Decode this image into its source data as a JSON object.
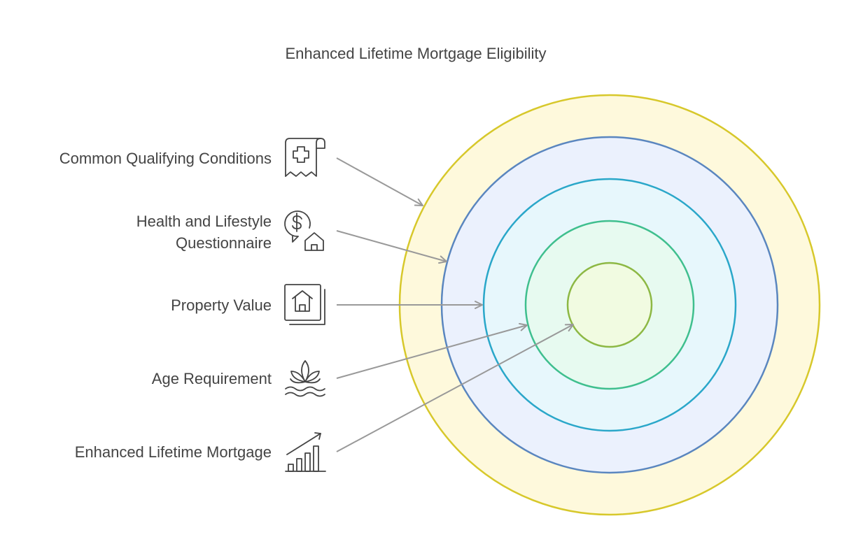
{
  "title": "Enhanced Lifetime Mortgage Eligibility",
  "rings": [
    {
      "name": "Common Qualifying Conditions",
      "fill": "#FEF9DC",
      "stroke": "#D7C82B"
    },
    {
      "name": "Health and Lifestyle Questionnaire",
      "fill": "#EBF1FD",
      "stroke": "#5A86BF"
    },
    {
      "name": "Property Value",
      "fill": "#E7F7FC",
      "stroke": "#2AA7C9"
    },
    {
      "name": "Age Requirement",
      "fill": "#E7FAF0",
      "stroke": "#3FBF8E"
    },
    {
      "name": "Enhanced Lifetime Mortgage",
      "fill": "#F1FBE1",
      "stroke": "#8DB844"
    }
  ],
  "labels": [
    {
      "lines": [
        "Common Qualifying Conditions"
      ],
      "icon": "medical-receipt-icon"
    },
    {
      "lines": [
        "Health and Lifestyle",
        "Questionnaire"
      ],
      "icon": "dollar-house-icon"
    },
    {
      "lines": [
        "Property Value"
      ],
      "icon": "house-frame-icon"
    },
    {
      "lines": [
        "Age Requirement"
      ],
      "icon": "lotus-icon"
    },
    {
      "lines": [
        "Enhanced Lifetime Mortgage"
      ],
      "icon": "growth-chart-icon"
    }
  ],
  "colors": {
    "text": "#444444",
    "arrow": "#999999",
    "background": "#ffffff"
  }
}
